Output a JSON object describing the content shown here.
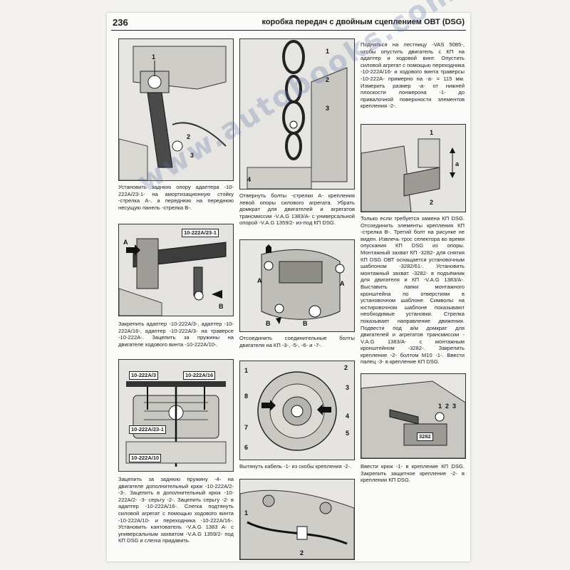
{
  "header": {
    "page_number": "236",
    "title": "коробка передач с двойным сцеплением ОВТ (DSG)"
  },
  "paragraphs": {
    "p1": "Установить заднюю опору адаптера -10-222A/23-1- на амортизационную стойку -стрелка A-, а переднюю на переднюю несущую панель -стрелка B-.",
    "p2": "Закрепить адаптер -10-222A/3-, адаптер -10-222A/16-, адаптер -10-222A/3- на траверсе -10-222A-. Зацепить за пружины на двигателе ходового винта -10-222A/10-.",
    "p3": "Зацепить за заднюю пружину -4- на двигателе дополнительный крюк -10-222A/2- -3-. Зацепить в дополнительный крюк -10-222A/2- -3- серьгу -2-. Зацепить серьгу -2- в адаптер -10-222A/16-. Слегка подтянуть силовой агрегат с помощью ходового винта -10-222A/10- и переходника -10-222A/16-. Установить кантователь -V.A.G 1383 A- с универсальным захватом -V.A.G 1359/2- под КП DSG и слегка придавить.",
    "p4": "Отвернуть болты -стрелки A- крепления левой опоры силового агрегата. Убрать домкрат для двигателей и агрегатов трансмиссии -V.A.G 1383/A- с универсальной опорой -V.A.G 1359/2- из-под КП DSG.",
    "p5": "Отсоединить соединительные болты двигателя на КП -3-, -5-, -6- и -7-.",
    "p6": "Вытянуть кабель -1- из скобы крепления -2-.",
    "p7": "Подняться на лестницу -VAS 5085-, чтобы опустить двигатель с КП на адаптер и ходовой винт. Опустить силовой агрегат с помощью переходника -10-222A/16- и ходового винта траверсы -10-222A- примерно на -а- = 115 мм. Измерить размер -а- от нижней плоскости лонжерона -1- до привалочной поверхности элементов крепления -2-.",
    "p8": "Только если требуется замена КП DSG. Отсоединить элементы крепления КП -стрелка B-. Третий болт на рисунке не виден. Извлечь трос селектора во время опускания КП DSG из опоры. Монтажный захват КП -3282- для снятия КП DSG ОВТ оснащается установочным шаблоном -3282/61-. Установить монтажный захват -3282- в подъёмник для двигателя и КП -V.A.G 1383/A-. Выставить лапки монтажного кронштейна по отверстиям в установочном шаблоне. Символы на юстировочном шаблоне показывают необходимые установки. Стрелка показывает направление движения. Подвести под а/м домкрат для двигателей и агрегатов трансмиссии -V.A.G 1383/A- с монтажным кронштейном -3282-. Закрепить крепление -2- болтом M10 -1-. Ввести палец -3- в крепление КП DSG.",
    "p9": "Ввести крюк -1- в крепление КП DSG. Закрепить защитное крепление -2- в креплении КП DSG."
  },
  "labels": {
    "l_23_1": "10-222A/23-1",
    "l_3": "10-222A/3",
    "l_16": "10-222A/16",
    "l_23_1b": "10-222A/23-1",
    "l_10": "10-222A/10",
    "l_3282": "3282",
    "A": "A",
    "B": "B",
    "a": "a",
    "n1": "1",
    "n2": "2",
    "n3": "3",
    "n4": "4",
    "n5": "5",
    "n6": "6",
    "n7": "7",
    "n8": "8"
  },
  "watermark": "www.autobooks.com.ua"
}
